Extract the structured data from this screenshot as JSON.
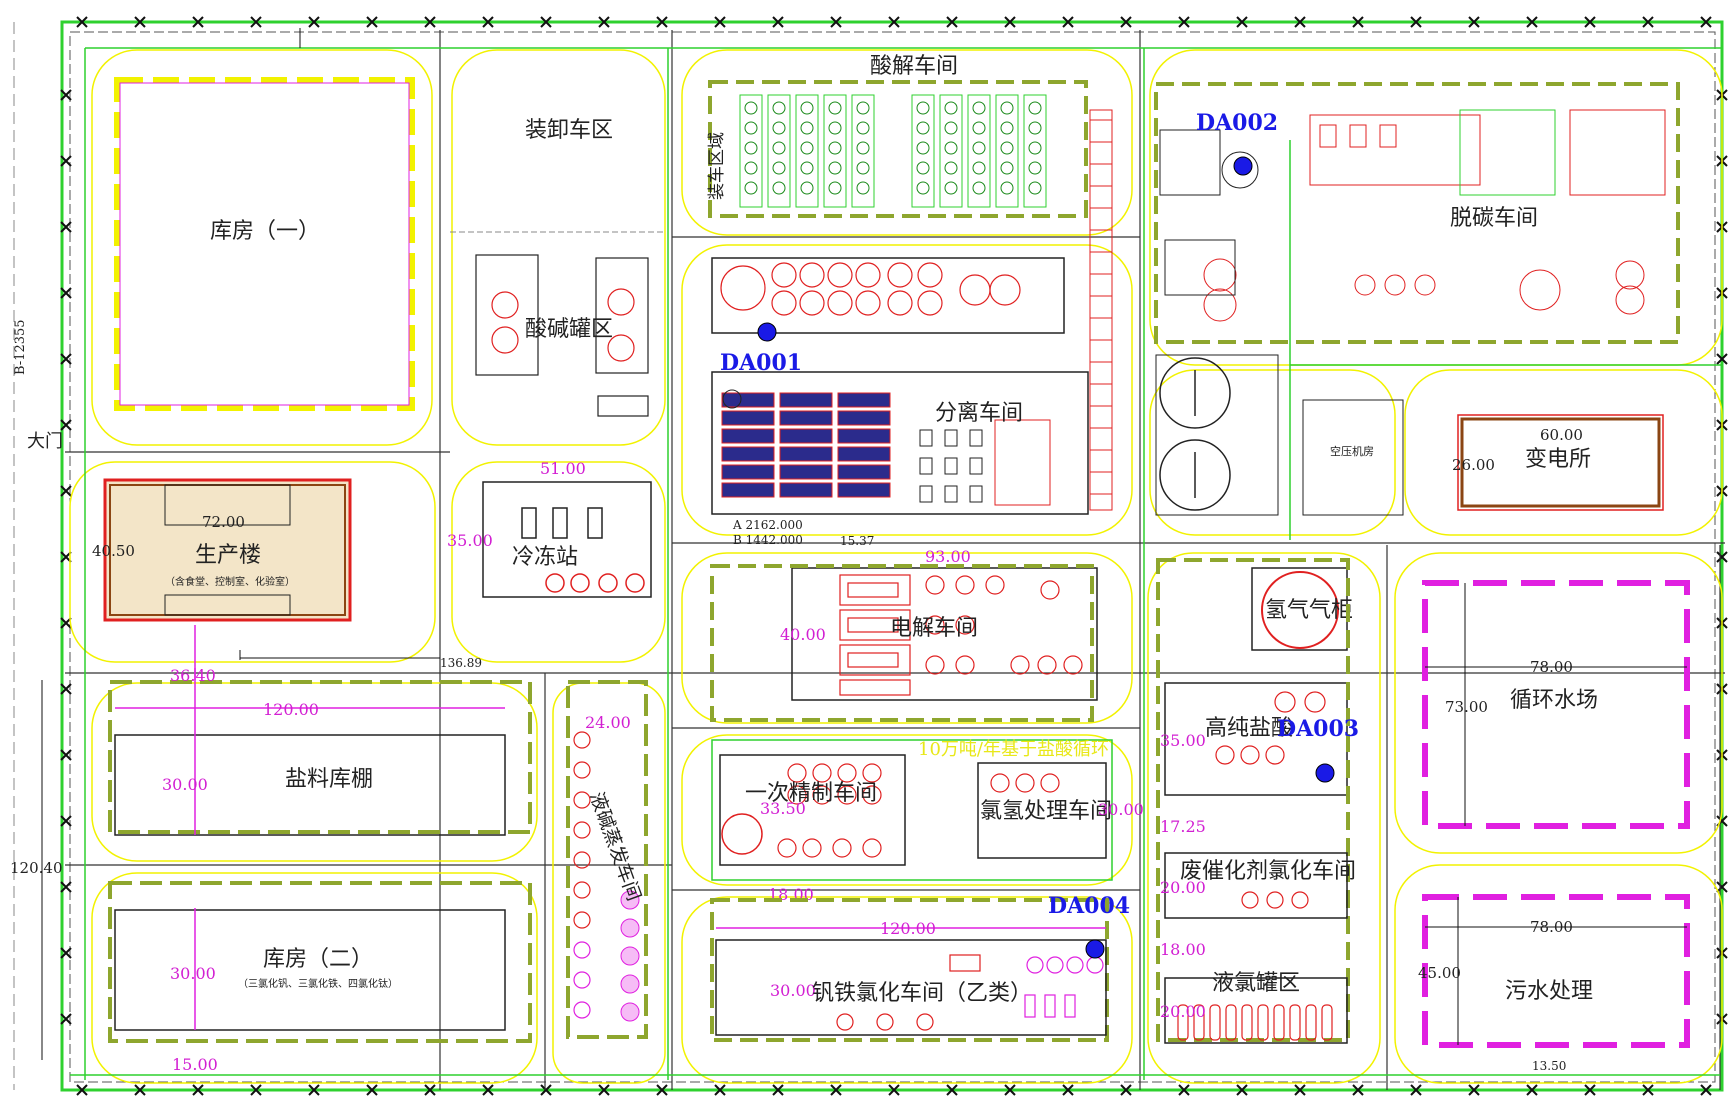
{
  "map": {
    "gate_label": "大门",
    "scale_label": "B-12355",
    "zones": {
      "warehouse1": "库房（一）",
      "loading": "装卸车区",
      "acid_tank": "酸碱罐区",
      "acid_shop": "酸解车间",
      "loading_mark": "装车区域",
      "separation": "分离车间",
      "decarb": "脱碳车间",
      "air_comp": "空压机房",
      "substation": "变电所",
      "production": "生产楼",
      "production_sub": "（含食堂、控制室、化验室）",
      "freezing": "冷冻站",
      "electrolysis": "电解车间",
      "hydrogen_holder": "氢气气柜",
      "circ_water": "循环水场",
      "salt_shed": "盐料库棚",
      "liquid_alkali": "液碱蒸发车间",
      "primary_brine": "一次精制车间",
      "chlorohydrogen": "氯氢处理车间",
      "hp_hcl": "高纯盐酸",
      "waste_catalyst": "废催化剂氯化车间",
      "warehouse2": "库房（二）",
      "warehouse2_sub": "（三氯化钒、三氯化铁、四氯化钛）",
      "vfe_chlorination": "钒铁氯化车间（乙类）",
      "liquid_chlorine": "液氯罐区",
      "sewage": "污水处理",
      "project_note": "10万吨/年基于盐酸循环"
    },
    "outlets": [
      "DA001",
      "DA002",
      "DA003",
      "DA004"
    ],
    "dimensions": {
      "d_72": "72.00",
      "d_4050": "40.50",
      "d_51": "51.00",
      "d_35": "35.00",
      "d_93": "93.00",
      "d_4000": "40.00",
      "d_6000": "60.00",
      "d_2600": "26.00",
      "d_3640": "36.40",
      "d_120a": "120.00",
      "d_30a": "30.00",
      "d_24": "24.00",
      "d_3350": "33.50",
      "d_1800a": "18.00",
      "d_120b": "120.00",
      "d_30b": "30.00",
      "d_1725": "17.25",
      "d_3500b": "35.00",
      "d_20a": "20.00",
      "d_1800b": "18.00",
      "d_20b": "20.00",
      "d_78a": "78.00",
      "d_73": "73.00",
      "d_78b": "78.00",
      "d_45": "45.00",
      "d_1500": "15.00",
      "d_1350": "13.50",
      "d_12040": "120.40",
      "d_13689": "136.89",
      "d_1537": "15.37",
      "d_2162": "A 2162.000",
      "d_1442": "B 1442.000",
      "d_30c": "30.00"
    }
  },
  "colors": {
    "road": "#2a2a2a",
    "green": "#2fd12f",
    "yellow": "#f2f200",
    "olive": "#8ea62e",
    "magenta": "#e020e0",
    "red": "#e02020",
    "blue": "#1a1ae6",
    "dimension": "#d21fd2"
  }
}
